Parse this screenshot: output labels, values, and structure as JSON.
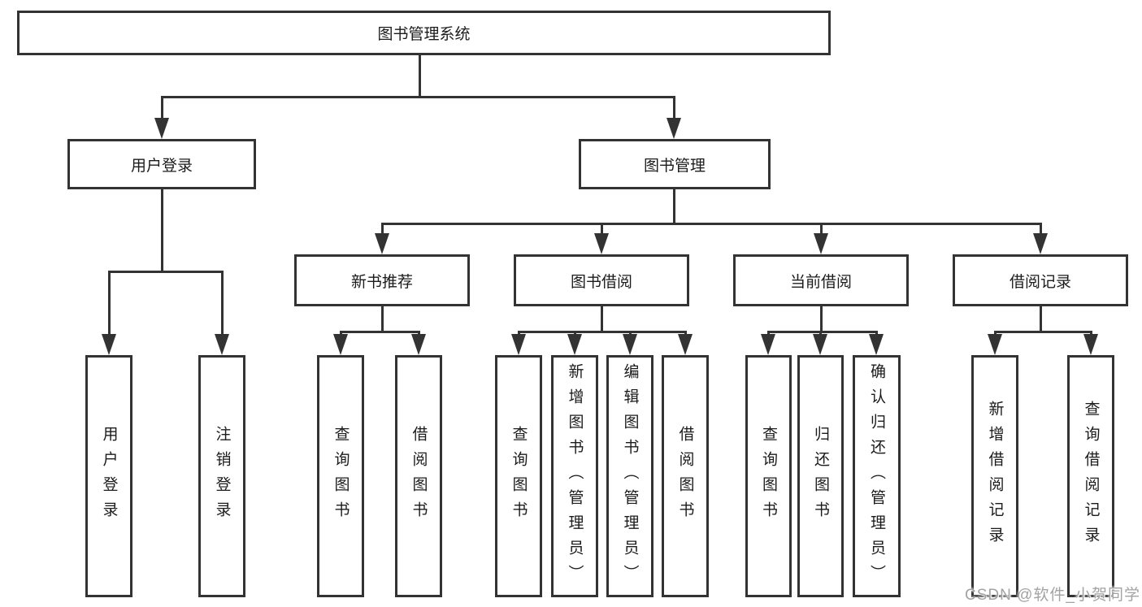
{
  "tree": {
    "root": "图书管理系统",
    "branches": [
      {
        "label": "用户登录",
        "children": [
          {
            "label": "用户登录"
          },
          {
            "label": "注销登录"
          }
        ]
      },
      {
        "label": "图书管理",
        "children": [
          {
            "label": "新书推荐",
            "children": [
              {
                "label": "查询图书"
              },
              {
                "label": "借阅图书"
              }
            ]
          },
          {
            "label": "图书借阅",
            "children": [
              {
                "label": "查询图书"
              },
              {
                "label": "新增图书（管理员）"
              },
              {
                "label": "编辑图书（管理员）"
              },
              {
                "label": "借阅图书"
              }
            ]
          },
          {
            "label": "当前借阅",
            "children": [
              {
                "label": "查询图书"
              },
              {
                "label": "归还图书"
              },
              {
                "label": "确认归还（管理员）"
              }
            ]
          },
          {
            "label": "借阅记录",
            "children": [
              {
                "label": "新增借阅记录"
              },
              {
                "label": "查询借阅记录"
              }
            ]
          }
        ]
      }
    ]
  },
  "watermark": {
    "text": "CSDN @软件_小贺同学"
  },
  "colors": {
    "line": "#333333",
    "text": "#1b1b1b",
    "watermark": "#a3a3a3",
    "background": "#ffffff"
  }
}
